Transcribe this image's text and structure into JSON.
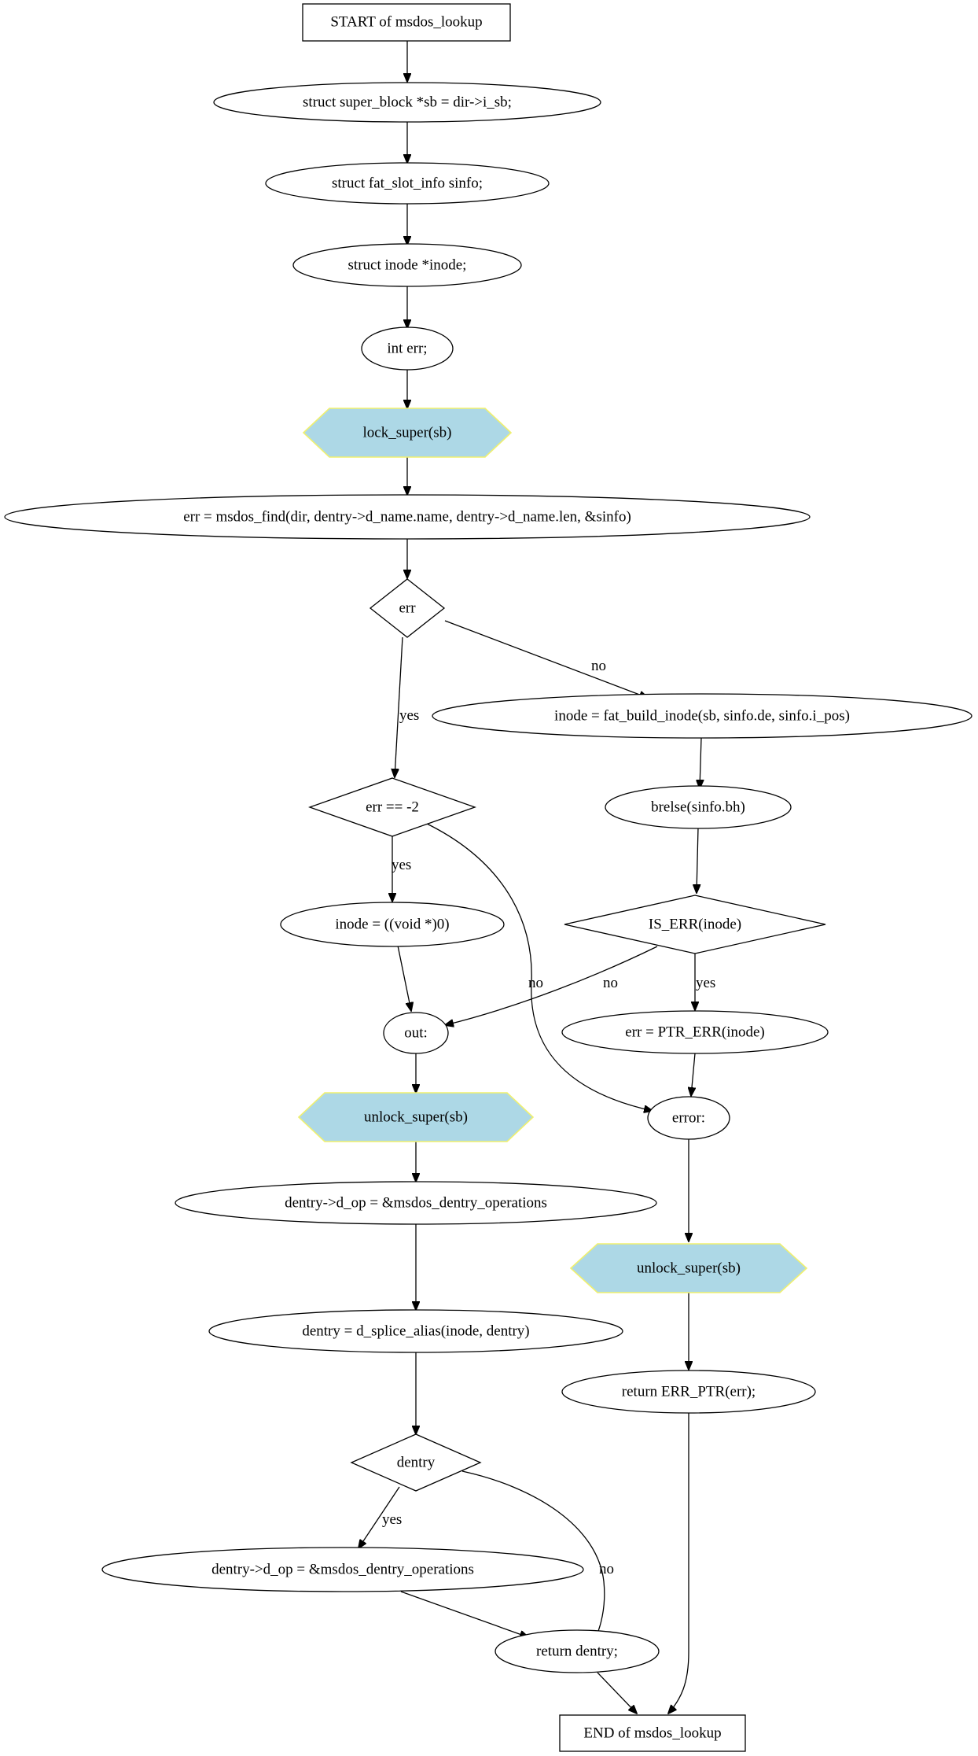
{
  "colors": {
    "hexagon_fill": "#add8e6",
    "hexagon_stroke": "#f0f06e",
    "line": "#000000",
    "background": "#ffffff"
  },
  "nodes": {
    "start": "START of msdos_lookup",
    "decl_sb": "struct super_block *sb = dir->i_sb;",
    "decl_sinfo": "struct fat_slot_info sinfo;",
    "decl_inode": "struct inode *inode;",
    "decl_err": "int err;",
    "lock_super": "lock_super(sb)",
    "msdos_find": "err = msdos_find(dir, dentry->d_name.name, dentry->d_name.len, &sinfo)",
    "cond_err": "err",
    "fat_build_inode": "inode = fat_build_inode(sb, sinfo.de, sinfo.i_pos)",
    "cond_err_eq": "err == -2",
    "brelse": "brelse(sinfo.bh)",
    "inode_null": "inode = ((void *)0)",
    "cond_is_err": "IS_ERR(inode)",
    "label_out": "out:",
    "err_ptr_err": "err = PTR_ERR(inode)",
    "unlock_super_out": "unlock_super(sb)",
    "label_error": "error:",
    "dentry_op_1": "dentry->d_op = &msdos_dentry_operations",
    "unlock_super_error": "unlock_super(sb)",
    "splice_alias": "dentry = d_splice_alias(inode, dentry)",
    "return_err_ptr": "return ERR_PTR(err);",
    "cond_dentry": "dentry",
    "dentry_op_2": "dentry->d_op = &msdos_dentry_operations",
    "return_dentry": "return dentry;",
    "end": "END of msdos_lookup"
  },
  "edge_labels": {
    "err_no": "no",
    "err_yes": "yes",
    "eq_yes": "yes",
    "eq_no": "no",
    "iserr_no": "no",
    "iserr_yes": "yes",
    "dentry_yes": "yes",
    "dentry_no": "no"
  }
}
